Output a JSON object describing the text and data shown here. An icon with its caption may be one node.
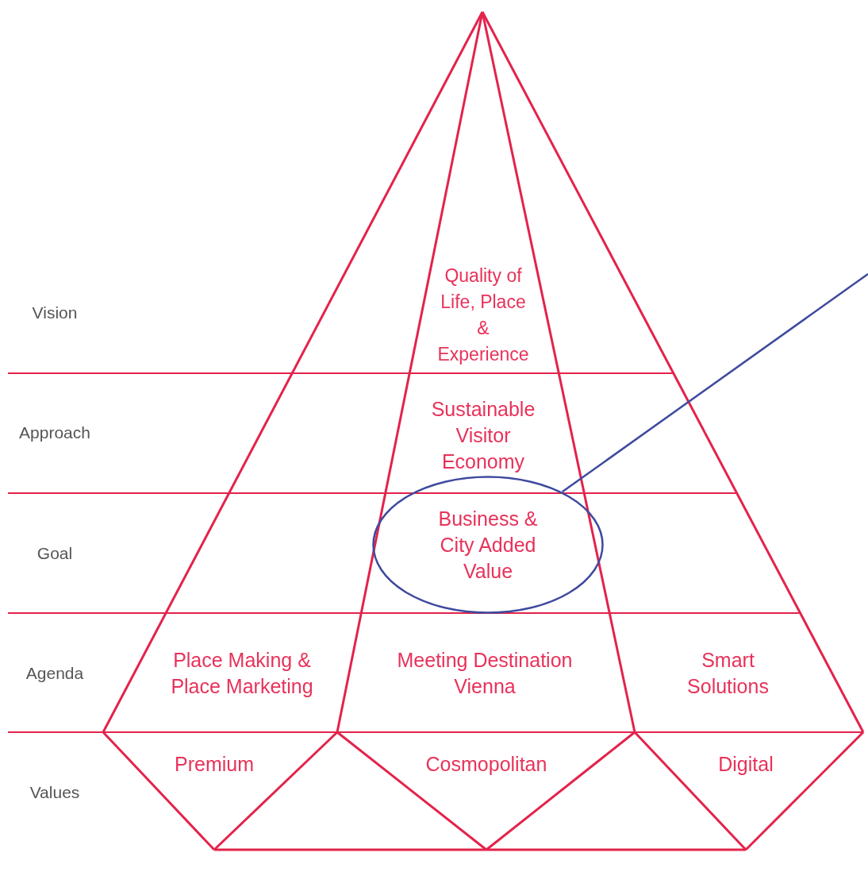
{
  "diagram": {
    "nodes": [
      {
        "text": [
          "Quality of Life, Place & Experience"
        ]
      },
      {
        "text": [
          "Sustainable Visitor Economy"
        ]
      },
      {
        "text": [
          "Business & City Added Value"
        ]
      },
      {
        "text": [
          "Place Making & Place Marketing"
        ]
      },
      {
        "text": [
          "Meeting Destination Vienna"
        ]
      },
      {
        "text": [
          "Smart Solutions"
        ]
      },
      {
        "text": [
          "Premium"
        ]
      },
      {
        "text": [
          "Cosmopolitan"
        ]
      },
      {
        "text": [
          "Digital"
        ]
      }
    ],
    "edges": [
      {
        "from": null,
        "to": 2,
        "arrow": "none",
        "color": "#3d4a9e"
      }
    ],
    "labels": [
      "Vision",
      "Approach",
      "Goal",
      "Agenda",
      "Values"
    ]
  }
}
